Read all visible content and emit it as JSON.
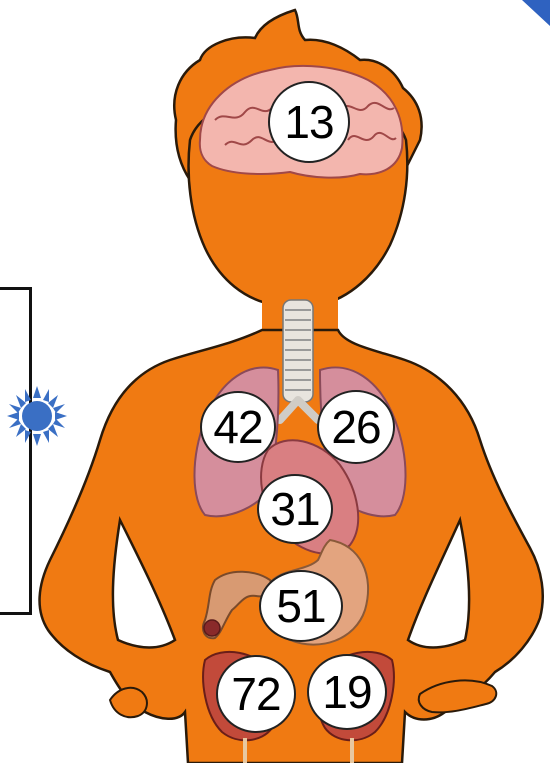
{
  "colors": {
    "body": "#f07a12",
    "outline": "#2a1a0a",
    "brain": "#f3b6ae",
    "lungs": "#d58e9c",
    "heart": "#d97f82",
    "stomach": "#e3a47f",
    "intestine": "#d89a72",
    "kidney": "#c24a3a",
    "sun": "#3a6fc4",
    "corner_accent": "#2f62c0"
  },
  "icons": {
    "side_marker": "sun-icon"
  },
  "organs": {
    "brain": {
      "value": "13"
    },
    "left_lung": {
      "value": "42"
    },
    "right_lung": {
      "value": "26"
    },
    "heart": {
      "value": "31"
    },
    "stomach": {
      "value": "51"
    },
    "left_kidney": {
      "value": "72"
    },
    "right_kidney": {
      "value": "19"
    }
  }
}
